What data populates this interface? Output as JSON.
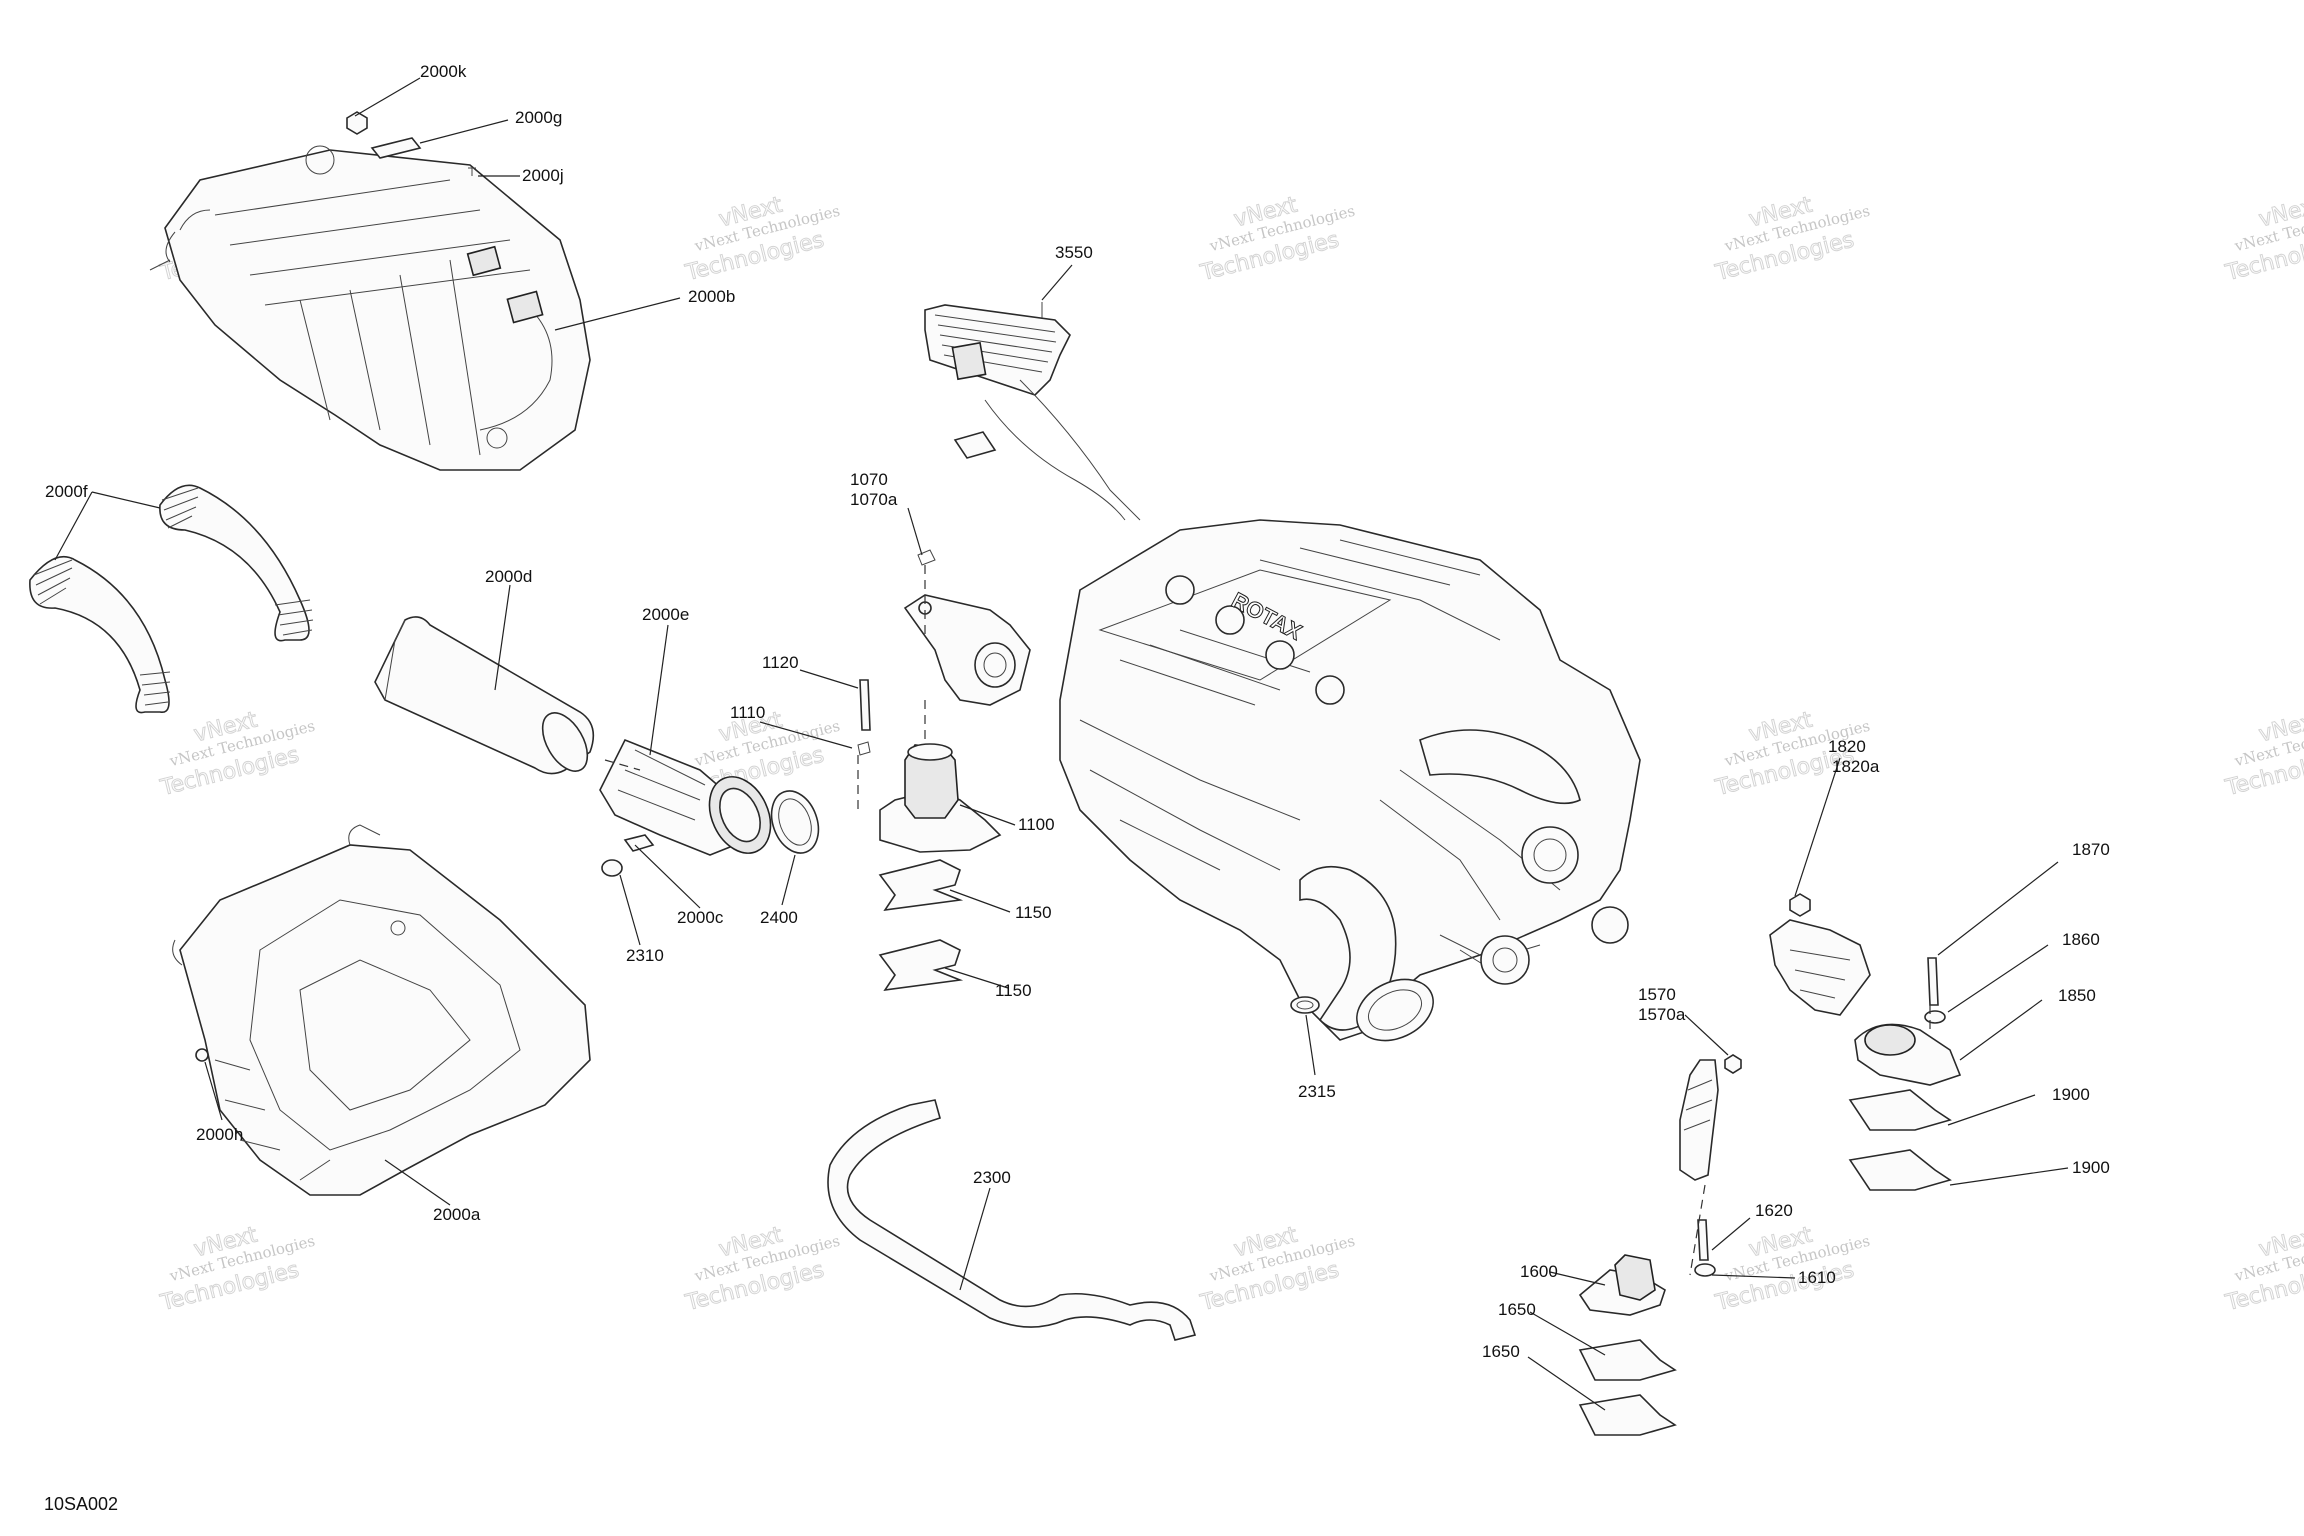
{
  "watermark": {
    "line1": "vNext Technologies",
    "line2": "Technologies",
    "brand": "vNext"
  },
  "engine_label": "ROTAX",
  "figure_ref": "10SA002",
  "callouts": {
    "c2000k": "2000k",
    "c2000g": "2000g",
    "c2000j": "2000j",
    "c2000b": "2000b",
    "c2000f": "2000f",
    "c2000d": "2000d",
    "c2000e": "2000e",
    "c2000c": "2000c",
    "c2310": "2310",
    "c2400": "2400",
    "c2000h": "2000h",
    "c2000a": "2000a",
    "c2300": "2300",
    "c3550": "3550",
    "c1070": "1070",
    "c1070a": "1070a",
    "c1120": "1120",
    "c1110": "1110",
    "c1100": "1100",
    "c1150a": "1150",
    "c1150b": "1150",
    "c2315": "2315",
    "c1820": "1820",
    "c1820a": "1820a",
    "c1870": "1870",
    "c1860": "1860",
    "c1850": "1850",
    "c1900a": "1900",
    "c1900b": "1900",
    "c1570": "1570",
    "c1570a": "1570a",
    "c1620": "1620",
    "c1600": "1600",
    "c1610": "1610",
    "c1650a": "1650",
    "c1650b": "1650"
  }
}
